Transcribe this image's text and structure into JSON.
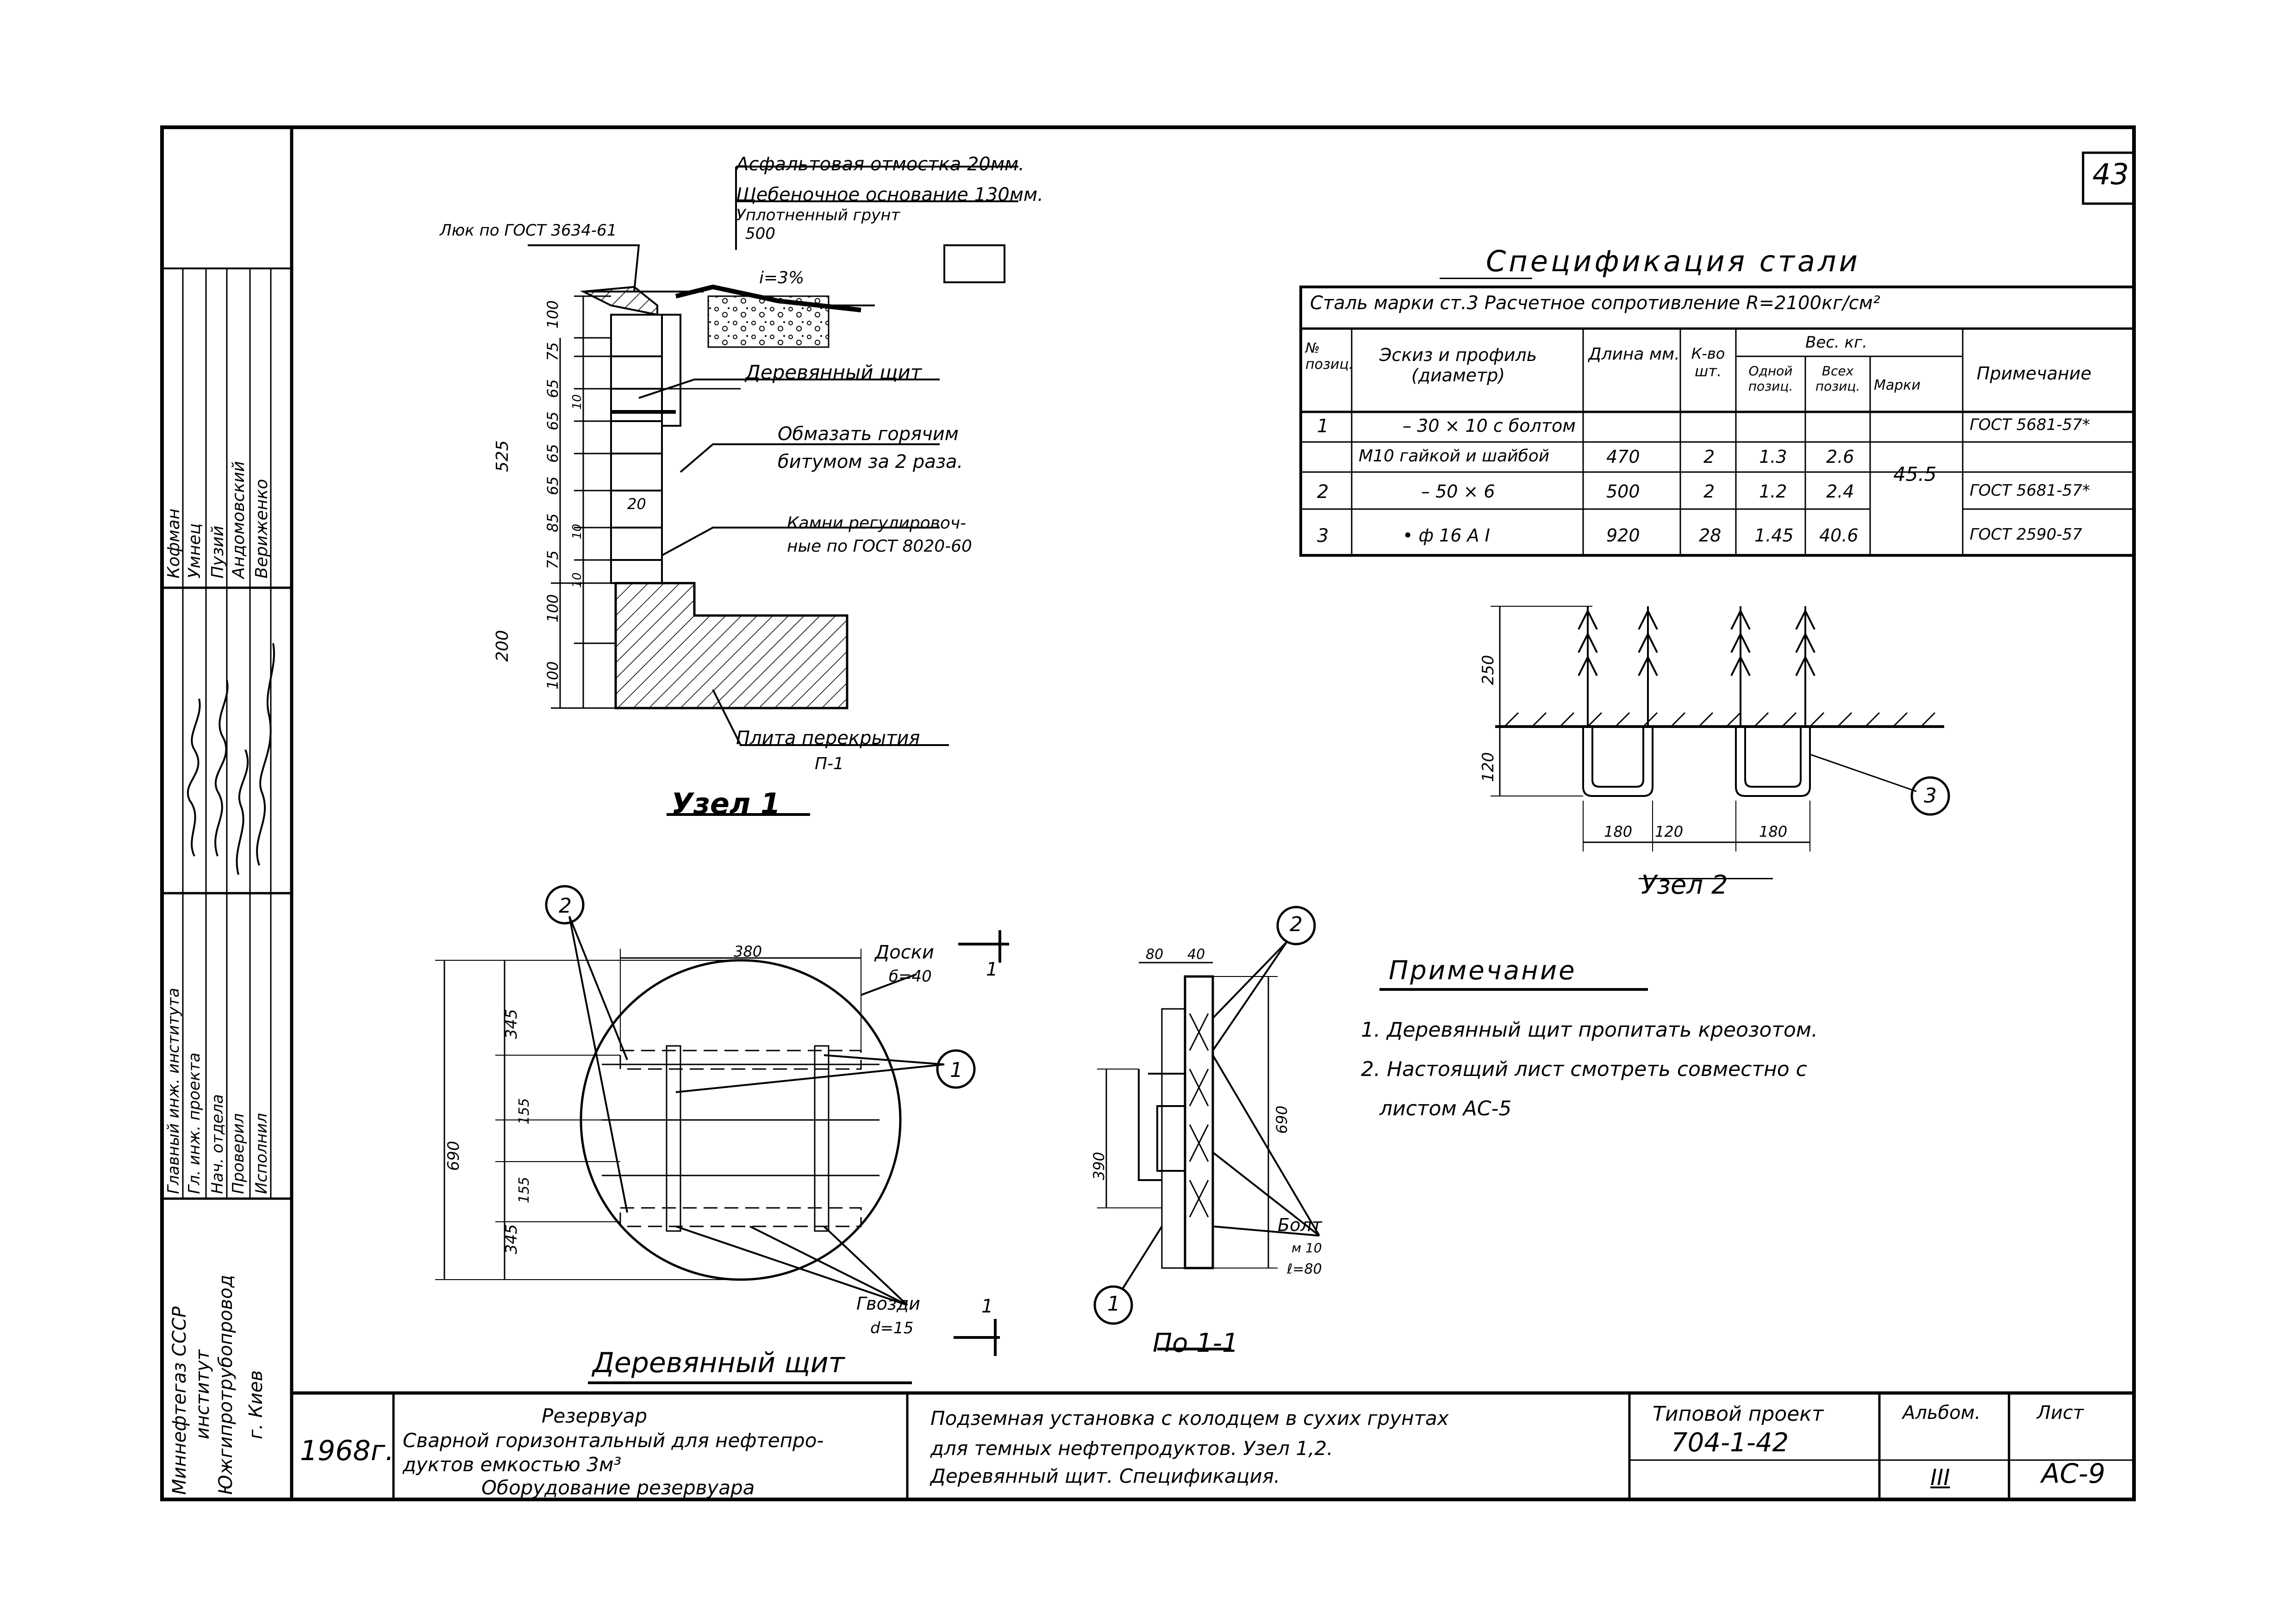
{
  "sheet_number": "43",
  "side_stamp": {
    "names": [
      "Кофман",
      "Умнец",
      "Пузий",
      "Андомовский",
      "Вериженко"
    ],
    "roles": [
      "Главный инж. института",
      "Гл. инж. проекта",
      "Нач. отдела",
      "Проверил",
      "Исполнил"
    ],
    "org_lines": [
      "Миннефтегаз СССР",
      "институт",
      "Южгипротрубопровод",
      "г. Киев"
    ]
  },
  "node1": {
    "title": "Узел 1",
    "labels": {
      "asphalt": "Асфальтовая отмостка 20мм.",
      "crushed": "Щебеночное основание 130мм.",
      "soil": "Уплотненный грунт",
      "hatch": "Люк по ГОСТ 3634-61",
      "shield": "Деревянный щит",
      "bitumen_1": "Обмазать горячим",
      "bitumen_2": "битумом за 2 раза.",
      "stones_1": "Камни регулировоч-",
      "stones_2": "ные по ГОСТ 8020-60",
      "slab": "Плита перекрытия",
      "slab_mark": "П-1",
      "slope": "i=3%"
    },
    "dims": [
      "500",
      "100",
      "75",
      "65",
      "65",
      "65",
      "65",
      "85",
      "75",
      "100",
      "100",
      "525",
      "200",
      "20",
      "10",
      "10",
      "10"
    ]
  },
  "spec": {
    "title": "Спецификация стали",
    "subtitle": "Сталь марки ст.3 Расчетное сопротивление R=2100кг/см²",
    "headers": {
      "pos": "№ позиц.",
      "sketch": "Эскиз и профиль (диаметр)",
      "length": "Длина мм.",
      "qty": "К-во шт.",
      "weight": "Вес. кг.",
      "one": "Одной позиц.",
      "all": "Всех позиц.",
      "mark": "Марки",
      "note": "Примечание"
    },
    "rows": [
      {
        "pos": "1",
        "profile": "– 30 × 10 с болтом",
        "length": "",
        "qty": "",
        "one": "",
        "all": "",
        "note": "ГОСТ 5681-57*"
      },
      {
        "pos": "",
        "profile": "М10 гайкой и шайбой",
        "length": "470",
        "qty": "2",
        "one": "1.3",
        "all": "2.6",
        "note": ""
      },
      {
        "pos": "2",
        "profile": "– 50 × 6",
        "length": "500",
        "qty": "2",
        "one": "1.2",
        "all": "2.4",
        "note": "ГОСТ 5681-57*"
      },
      {
        "pos": "3",
        "profile": "• ф 16 А I",
        "length": "920",
        "qty": "28",
        "one": "1.45",
        "all": "40.6",
        "note": "ГОСТ 2590-57"
      }
    ],
    "mark_total": "45.5"
  },
  "node2": {
    "title": "Узел 2",
    "dims": [
      "250",
      "120",
      "180",
      "120",
      "180"
    ],
    "callout": "3"
  },
  "shield": {
    "title": "Деревянный щит",
    "boards_label": "Доски",
    "boards_size": "б=40",
    "nails_label": "Гвозди",
    "nails_size": "d=15",
    "dims": [
      "380",
      "345",
      "155",
      "155",
      "345",
      "690"
    ],
    "callout_1": "1",
    "callout_2": "2",
    "section_mark": "1"
  },
  "section": {
    "title": "По 1-1",
    "dims": [
      "80",
      "40",
      "390",
      "690"
    ],
    "bolt_1": "Болт",
    "bolt_2": "м 10",
    "bolt_3": "ℓ=80",
    "callout_1": "1",
    "callout_2": "2"
  },
  "notes": {
    "title": "Примечание",
    "items": [
      "1. Деревянный щит пропитать креозотом.",
      "2. Настоящий лист смотреть совместно с",
      "листом АС-5"
    ]
  },
  "title_block": {
    "year": "1968г.",
    "object_1": "Резервуар",
    "object_2": "Сварной горизонтальный для нефтепро-",
    "object_3": "дуктов емкостью 3м³",
    "object_4": "Оборудование резервуара",
    "desc_1": "Подземная установка с колодцем в сухих грунтах",
    "desc_2": "для темных нефтепродуктов. Узел 1,2.",
    "desc_3": "Деревянный щит. Спецификация.",
    "project_label": "Типовой проект",
    "project_value": "704-1-42",
    "album_label": "Альбом.",
    "album_value": "III",
    "sheet_label": "Лист",
    "sheet_value": "АС-9"
  }
}
